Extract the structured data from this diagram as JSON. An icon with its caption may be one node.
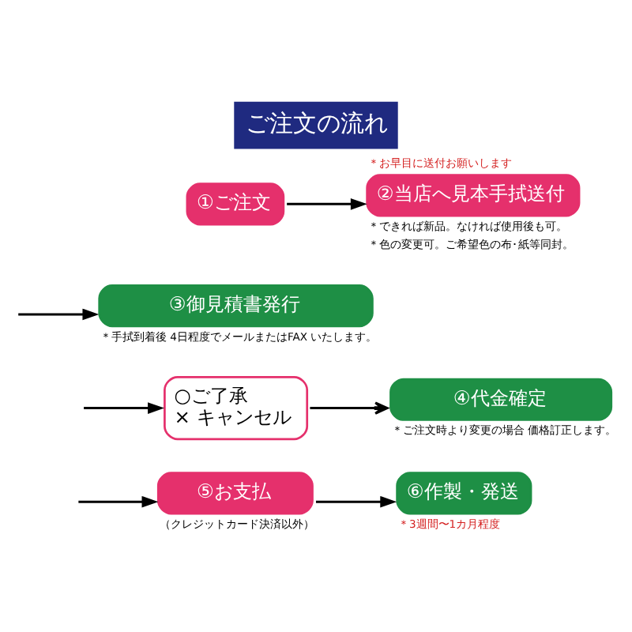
{
  "diagram": {
    "title": "ご注文の流れ",
    "nodes": [
      {
        "text": [
          "①ご注文"
        ]
      },
      {
        "text": [
          "②当店へ見本手拭送付"
        ],
        "beside": [
          "＊お早目に送付お願いします",
          "＊できれば新品。なければ使用後も可。",
          "＊色の変更可。ご希望色の布･紙等同封。"
        ]
      },
      {
        "text": [
          "③御見積書発行"
        ],
        "beside": [
          "＊手拭到着後 4日程度でメールまたはFAX いたします。"
        ]
      },
      {
        "text": [
          "○ご了承",
          "× キャンセル"
        ]
      },
      {
        "text": [
          "④代金確定"
        ],
        "beside": [
          "＊ご注文時より変更の場合 価格訂正します。"
        ]
      },
      {
        "text": [
          "⑤お支払"
        ],
        "beside": [
          "（クレジットカード決済以外）"
        ]
      },
      {
        "text": [
          "⑥作製・発送"
        ],
        "beside": [
          "＊3週間〜1カ月程度"
        ]
      }
    ],
    "edges": [
      {
        "from": 0,
        "to": 1,
        "arrow": "to"
      },
      {
        "from": null,
        "to": 2,
        "arrow": "to"
      },
      {
        "from": null,
        "to": 3,
        "arrow": "to"
      },
      {
        "from": 3,
        "to": 4,
        "arrow": "to"
      },
      {
        "from": null,
        "to": 5,
        "arrow": "to"
      },
      {
        "from": 5,
        "to": 6,
        "arrow": "to"
      }
    ]
  }
}
